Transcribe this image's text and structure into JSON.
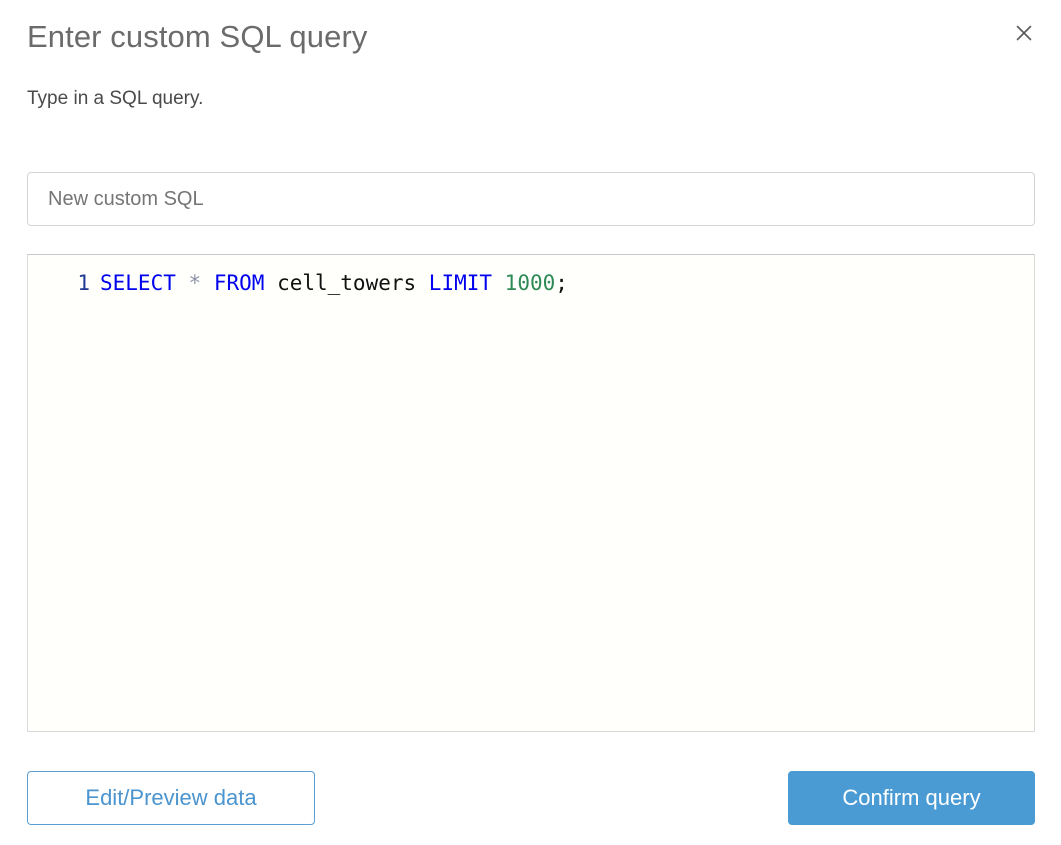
{
  "dialog": {
    "title": "Enter custom SQL query",
    "subtitle": "Type in a SQL query.",
    "close_icon": "close-icon"
  },
  "name_field": {
    "value": "",
    "placeholder": "New custom SQL"
  },
  "editor": {
    "line_number": "1",
    "query": "SELECT * FROM cell_towers LIMIT 1000;",
    "tokens": [
      {
        "text": "SELECT",
        "type": "keyword"
      },
      {
        "text": " ",
        "type": "plain"
      },
      {
        "text": "*",
        "type": "operator"
      },
      {
        "text": " ",
        "type": "plain"
      },
      {
        "text": "FROM",
        "type": "keyword"
      },
      {
        "text": " ",
        "type": "plain"
      },
      {
        "text": "cell_towers",
        "type": "ident"
      },
      {
        "text": " ",
        "type": "plain"
      },
      {
        "text": "LIMIT",
        "type": "keyword"
      },
      {
        "text": " ",
        "type": "plain"
      },
      {
        "text": "1000",
        "type": "number"
      },
      {
        "text": ";",
        "type": "punct"
      }
    ]
  },
  "footer": {
    "secondary_label": "Edit/Preview data",
    "primary_label": "Confirm query"
  },
  "colors": {
    "accent_blue": "#4a9bd4",
    "link_blue": "#4a94cf",
    "keyword_blue": "#0000ee",
    "number_green": "#2e8b57",
    "gutter_navy": "#1f3a93",
    "title_gray": "#6b6b6b",
    "border_gray": "#d4d4d4",
    "editor_bg": "#fffffb"
  }
}
